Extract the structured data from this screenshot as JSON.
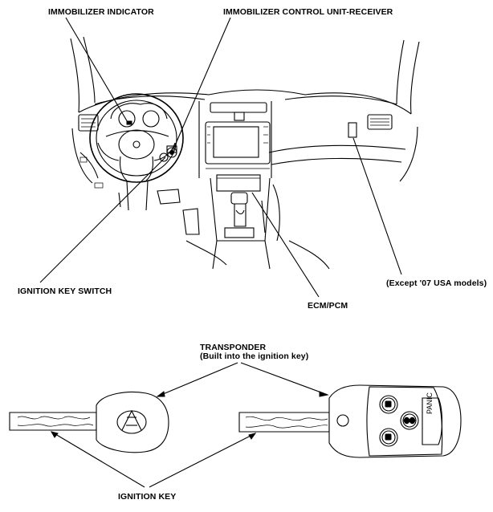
{
  "labels": {
    "immobilizer_indicator": "IMMOBILIZER INDICATOR",
    "immobilizer_control_unit": "IMMOBILIZER CONTROL UNIT-RECEIVER",
    "ignition_key_switch": "IGNITION KEY SWITCH",
    "ecm_pcm": "ECM/PCM",
    "except_models": "(Except '07 USA  models)",
    "transponder": "TRANSPONDER",
    "transponder_note": "(Built into the ignition key)",
    "ignition_key": "IGNITION KEY",
    "panic": "PANIC"
  }
}
